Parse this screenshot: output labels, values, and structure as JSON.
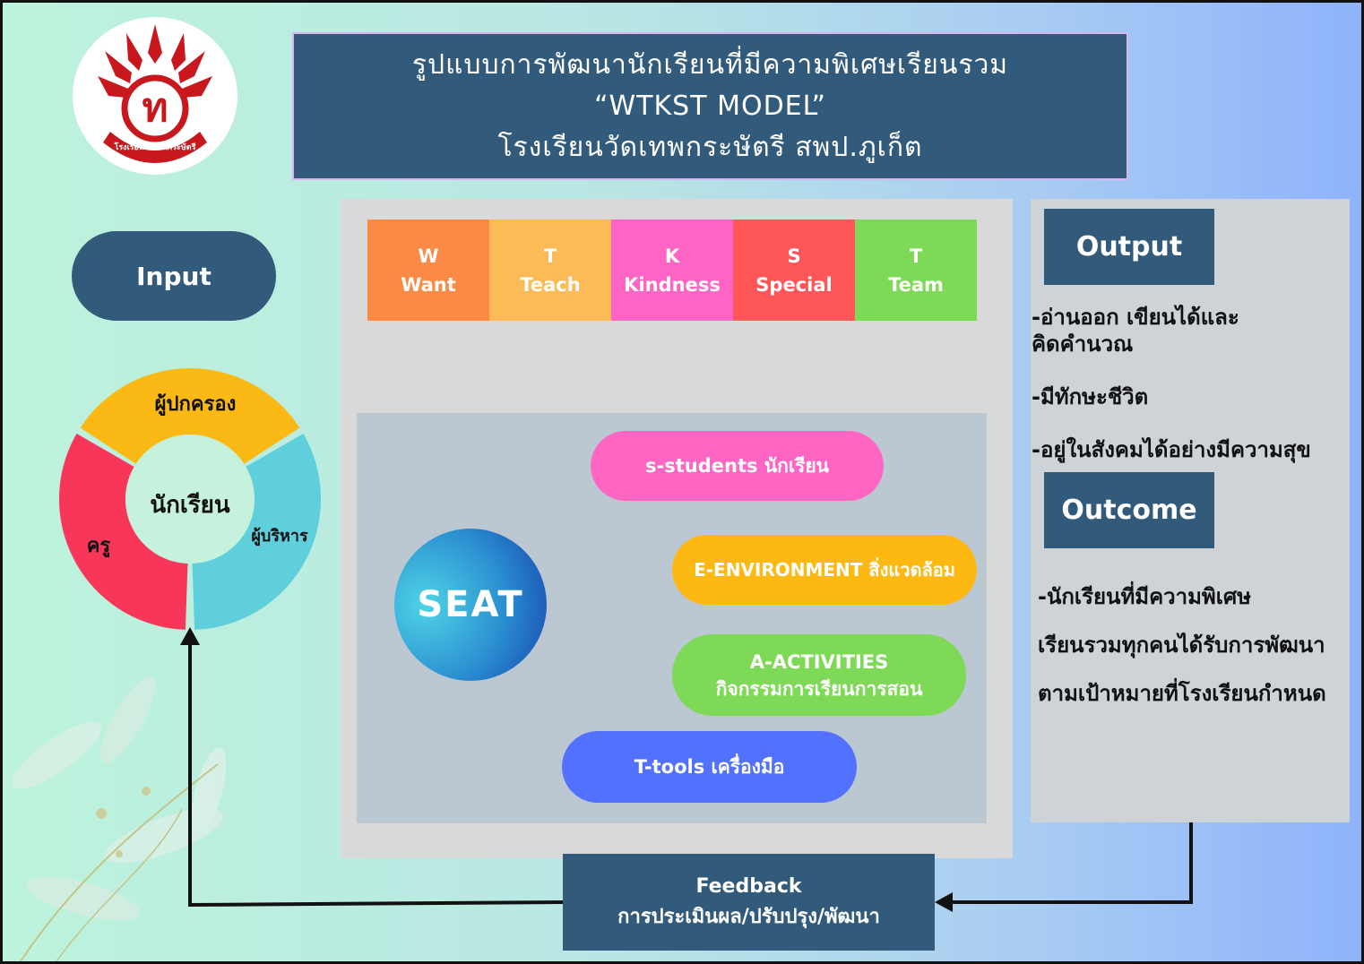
{
  "header": {
    "title_line1": "รูปแบบการพัฒนานักเรียนที่มีความพิเศษเรียนรวม",
    "title_line2": "“WTKST MODEL”",
    "title_line3": "โรงเรียนวัดเทพกระษัตรี สพป.ภูเก็ต"
  },
  "logo": {
    "letter": "ท",
    "text": "โรงเรียนวัดเทพกระษัตรี"
  },
  "input": {
    "label": "Input",
    "center": "นักเรียน",
    "segments": [
      {
        "label": "ผู้ปกครอง",
        "color": "#fbb916"
      },
      {
        "label": "ผู้บริหาร",
        "color": "#5ecfdb"
      },
      {
        "label": "ครู",
        "color": "#f7365a"
      }
    ]
  },
  "wtkst": [
    {
      "letter": "W",
      "word": "Want",
      "color": "#fb8a46"
    },
    {
      "letter": "T",
      "word": "Teach",
      "color": "#fdbb58"
    },
    {
      "letter": "K",
      "word": "Kindness",
      "color": "#ff65c4"
    },
    {
      "letter": "S",
      "word": "Special",
      "color": "#ff5758"
    },
    {
      "letter": "T",
      "word": "Team",
      "color": "#7ed957"
    }
  ],
  "seat": {
    "center": "SEAT",
    "items": [
      {
        "line1": "s-students นักเรียน",
        "line2": "",
        "color": "#ff66c4"
      },
      {
        "line1": "E-ENVIRONMENT สิ่งแวดล้อม",
        "line2": "",
        "color": "#fdb911"
      },
      {
        "line1": "A-ACTIVITIES",
        "line2": "กิจกรรมการเรียนการสอน",
        "color": "#7ed957"
      },
      {
        "line1": "T-tools เครื่องมือ",
        "line2": "",
        "color": "#5271ff"
      }
    ]
  },
  "output": {
    "label": "Output",
    "items": [
      "-อ่านออก เขียนได้และ",
      "คิดคำนวณ",
      "-มีทักษะชีวิต",
      "-อยู่ในสังคมได้อย่างมีความสุข"
    ]
  },
  "outcome": {
    "label": "Outcome",
    "items": [
      "-นักเรียนที่มีความพิเศษ",
      "เรียนรวมทุกคนได้รับการพัฒนา",
      "ตามเป้าหมายที่โรงเรียนกำหนด"
    ]
  },
  "feedback": {
    "line1": "Feedback",
    "line2": "การประเมินผล/ปรับปรุง/พัฒนา"
  }
}
